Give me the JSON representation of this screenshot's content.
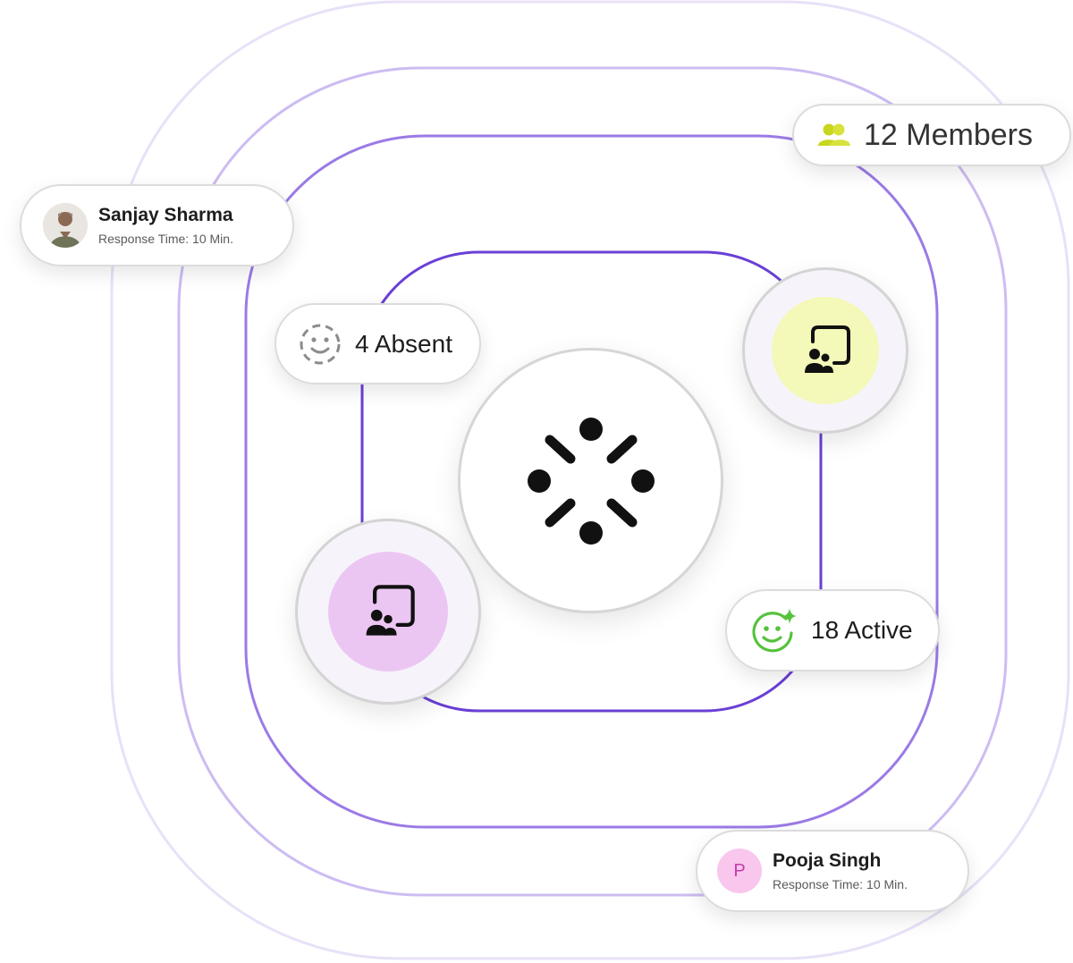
{
  "members_badge": {
    "label": "12 Members",
    "icon": "group-icon",
    "icon_color": "#c8d61e"
  },
  "absent_badge": {
    "label": "4 Absent",
    "icon": "dashed-smiley-icon"
  },
  "active_badge": {
    "label": "18 Active",
    "icon": "sparkle-smiley-icon",
    "icon_color": "#55c23c"
  },
  "sanjay_card": {
    "name": "Sanjay Sharma",
    "subtitle": "Response Time: 10 Min.",
    "avatar": "profile-photo"
  },
  "pooja_card": {
    "name": "Pooja Singh",
    "subtitle": "Response Time: 10 Min.",
    "avatar_initial": "P",
    "avatar_color": "#f9c6ee",
    "initial_color": "#c43ba8"
  },
  "center_logo": {
    "icon": "dot-burst-logo-icon"
  },
  "group_nodes": [
    {
      "icon": "team-window-icon",
      "bg_color": "#f4f8b8"
    },
    {
      "icon": "team-window-icon",
      "bg_color": "#ecc6f3"
    }
  ],
  "colors": {
    "ring_strong": "#6a3fd6",
    "ring_mid": "#9a78e8",
    "ring_soft": "#c9b6f2",
    "ring_faint": "#e6def8"
  }
}
